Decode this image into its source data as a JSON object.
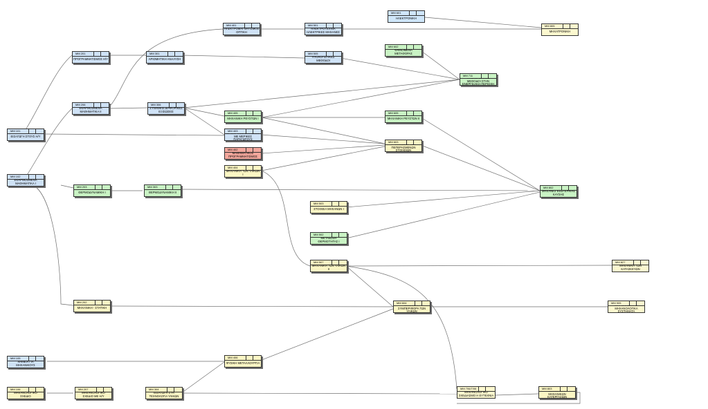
{
  "colors": {
    "blue": "#cfe2f6",
    "green": "#c9f3c4",
    "yellow": "#fbf6c4",
    "red": "#f3a79c",
    "line": "#6e6e6e"
  },
  "nodes": [
    {
      "id": "n_eisagogi",
      "code": "MM 101",
      "title": "ΕΙΣΑΓΩΓΗ ΣΤΟΥΣ Η/Υ",
      "color": "blue"
    },
    {
      "id": "n_efarm1",
      "code": "MM 102",
      "title": "ΕΦΑΡΜΟΣΜΕΝΑ ΜΑΘΗΜΑΤΙΚΑ Ι",
      "color": "blue"
    },
    {
      "id": "n_xhmeia",
      "code": "MM 105",
      "title": "ΧΗΜΕΙΑ ΓΙΑ ΜΗΧΑΝΙΚΟΥΣ",
      "color": "blue"
    },
    {
      "id": "n_mhxsxed",
      "code": "MM 106",
      "title": "ΜΗΧΑΝΟΛΟΓΙΚΟ ΣΧΕΔΙΟ",
      "color": "yellow"
    },
    {
      "id": "n_progr",
      "code": "MM 201",
      "title": "ΠΡΟΓΡΑΜΜΑΤΙΣΜΟΣ Η/Υ",
      "color": "blue"
    },
    {
      "id": "n_efarm2",
      "code": "MM 206",
      "title": "ΕΦΑΡΜΟΣΜΕΝΑ ΜΑΘΗΜΑΤΙΚΑ ΙΙ",
      "color": "blue"
    },
    {
      "id": "n_thermo1",
      "code": "MM 203",
      "title": "ΘΕΡΜΟΔΥΝΑΜΙΚΗ Ι",
      "color": "green"
    },
    {
      "id": "n_statiki",
      "code": "MM 202",
      "title": "ΜΗΧΑΝΙΚΗ - ΣΤΑΤΙΚΗ",
      "color": "yellow"
    },
    {
      "id": "n_mhxsxedhy",
      "code": "MM 207",
      "title": "ΜΗΧΑΝΟΛΟΓΙΚΟ ΣΧΕΔΙΟ ΜΕ Η/Υ",
      "color": "yellow"
    },
    {
      "id": "n_arithm",
      "code": "MM 301",
      "title": "ΑΡΙΘΜΗΤΙΚΗ ΑΝΑΛΥΣΗ",
      "color": "blue"
    },
    {
      "id": "n_syn",
      "code": "MM 306",
      "title": "ΣΥΝΗΘΕΙΣ ΔΙΑΦΟΡΙΚΕΣ ΕΞΙΣΩΣΕΙΣ",
      "color": "blue"
    },
    {
      "id": "n_thermo2",
      "code": "MM 303",
      "title": "ΘΕΡΜΟΔΥΝΑΜΙΚΗ ΙΙ",
      "color": "green"
    },
    {
      "id": "n_eisteх",
      "code": "MM 304",
      "title": "ΕΙΣΑΓΩΓΗ ΣΤΗ ΤΕΧΝΟΛΟΓΙΑ ΥΛΙΚΩΝ",
      "color": "yellow"
    },
    {
      "id": "n_hlektromagn",
      "code": "MM 401",
      "title": "ΗΛΕΚΤΡΟΜΑΓΝΗΤΙΣΜΟΣ ΟΠΤΙΚΗ",
      "color": "blue"
    },
    {
      "id": "n_reust1",
      "code": "MM 405",
      "title": "ΜΗΧΑΝΙΚΗ ΡΕΥΣΤΩΝ Ι",
      "color": "green"
    },
    {
      "id": "n_merikes",
      "code": "MM 403",
      "title": "ΔΙΑΦΟΡΙΚΕΣ ΕΞΙΣΩΣΕΙΣ ΜΕ ΜΕΡΙΚΕΣ ΠΑΡΑΓΩΓΟΥΣ",
      "color": "blue"
    },
    {
      "id": "n_mathprog",
      "code": "MM 402",
      "title": "ΜΑΘΗΜΑΤΙΚΟΣ ΠΡΟΓΡΑΜΜΑΤΙΣΜΟΣ",
      "color": "red"
    },
    {
      "id": "n_ylikon1",
      "code": "MM 404",
      "title": "ΜΗΧΑΝΙΚΗ ΤΩΝ ΥΛΙΚΩΝ Ι",
      "color": "yellow"
    },
    {
      "id": "n_fysmet",
      "code": "MM 406",
      "title": "ΦΥΣΙΚΗ ΜΕΤΑΛΛΟΥΡΓΙΑ",
      "color": "yellow"
    },
    {
      "id": "n_hlmhx",
      "code": "MM 501",
      "title": "ΗΛΕΚΤΡΟΤΕΧΝΙΑ ΗΛΕΚΤΡΙΚΕΣ ΜΗΧΑΝΕΣ",
      "color": "blue"
    },
    {
      "id": "n_ypol",
      "code": "MM 505",
      "title": "ΥΠΟΛΟΓΙΣΤΙΚΕΣ ΜΕΘΟΔΟΙ",
      "color": "blue"
    },
    {
      "id": "n_stoixeia",
      "code": "MM 503",
      "title": "ΣΤΟΙΧΕΙΑ ΜΗΧΑΝΩΝ Ι",
      "color": "yellow"
    },
    {
      "id": "n_metadosi",
      "code": "MM 502",
      "title": "ΜΕΤΑΔΟΣΗ ΘΕΡΜΟΤΗΤΑΣ Ι",
      "color": "green"
    },
    {
      "id": "n_ylikon2",
      "code": "MM 507",
      "title": "ΜΗΧΑΝΙΚΗ ΤΩΝ ΥΛΙΚΩΝ ΙΙ",
      "color": "yellow"
    },
    {
      "id": "n_hlektroniki",
      "code": "MM 601",
      "title": "ΗΛΕΚΤΡΟΝΙΚΗ",
      "color": "lightblue"
    },
    {
      "id": "n_fainomena",
      "code": "MM 602",
      "title": "ΦΑΙΝΟΜΕΝΑ ΜΕΤΑΦΟΡΑΣ",
      "color": "green"
    },
    {
      "id": "n_reust2",
      "code": "MM 605",
      "title": "ΜΗΧΑΝΙΚΗ ΡΕΥΣΤΩΝ ΙΙ",
      "color": "green"
    },
    {
      "id": "n_peperasmena",
      "code": "MM 603",
      "title": "Η ΜΕΘΟΔΟΣ ΤΩΝ ΠΕΠΕΡΑΣΜΕΝΩΝ ΣΤΟΙΧΕΙΩΝ",
      "color": "yellow"
    },
    {
      "id": "n_symperif",
      "code": "MM 604",
      "title": "ΜΗΧΑΝΙΚΗ ΣΥΜΠΕΡΙΦΟΡΑ ΤΩΝ ΥΛΙΚΩΝ",
      "color": "yellow"
    },
    {
      "id": "n_epilogi",
      "code": "MM 706/7/06",
      "title": "ΕΠΙΛΟΓΗ ΥΛΙΚΩΝ ΣΤΟΝ ΜΗΧΑΝΟΛΟΓΙΚΟ ΣΧΕΔΙΑΣΜΟ Η ΕΥΤΕΧΝΙΑ ΣΥΓΚΟΛΛΗΣΕΙΣ",
      "color": "plainyellow"
    },
    {
      "id": "n_ypolmeth",
      "code": "MM 711",
      "title": "ΥΠΟΛΟΓΙΣΤΙΚΕΣ ΜΕΘΟΔΟΙ ΣΤΗΝ ΕΝΕΡΓΕΙΑΚΗ ΠΕΡΙΟΧΗ",
      "color": "green"
    },
    {
      "id": "n_texnologia",
      "code": "MM 803",
      "title": "ΤΕΧΝΟΛΟΓΙΑ ΜΗΧΑΝΙΚΩΝ ΚΑΤΕΡΓΑΣΙΩΝ",
      "color": "yellow"
    },
    {
      "id": "n_mhxatroniki",
      "code": "MM 805",
      "title": "ΜΗΧΑΤΡΟΝΙΚΗ",
      "color": "plainyellow"
    },
    {
      "id": "n_kausis",
      "code": "MM 802",
      "title": "ΜΗΧΑΝΕΣ ΕΣΩΤΕΡΙΚΗΣ ΚΑΥΣΗΣ",
      "color": "green"
    },
    {
      "id": "n_kataskeuon",
      "code": "MM 827",
      "title": "ΜΗΧΑΝΙΚΗ ΤΩΝ ΚΑΤΑΣΚΕΥΩΝ",
      "color": "plainyellow"
    },
    {
      "id": "n_mikro",
      "code": "MM 905",
      "title": "ΜΙΚΡΟΗΛΕΚΤΡΟ- ΜΗΧΑΝΟΛΟΓΙΚΑ ΣΥΣΤΗΜΑΤΑ",
      "color": "plainyellow"
    }
  ]
}
